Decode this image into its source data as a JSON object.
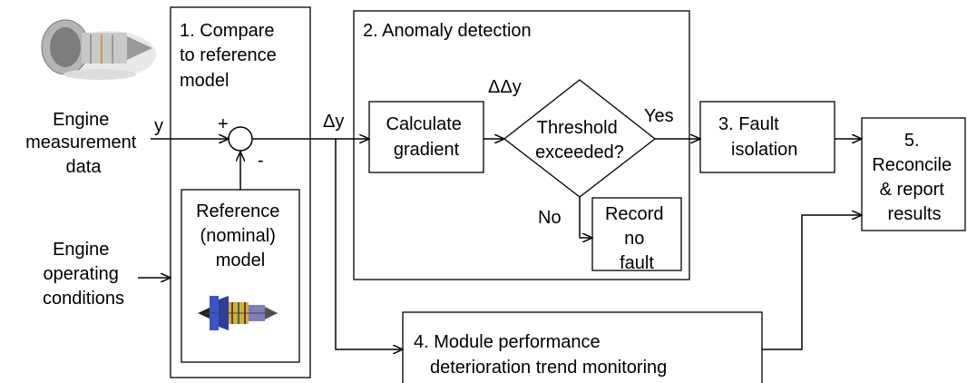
{
  "inputs": {
    "measurement": [
      "Engine",
      "measurement",
      "data"
    ],
    "operating": [
      "Engine",
      "operating",
      "conditions"
    ]
  },
  "signals": {
    "y": "y",
    "delta_y": "Δy",
    "delta_delta_y": "ΔΔy",
    "plus": "+",
    "minus": "-"
  },
  "stages": {
    "compare": [
      "1. Compare",
      "to reference",
      "model"
    ],
    "reference_model": [
      "Reference",
      "(nominal)",
      "model"
    ],
    "anomaly": "2. Anomaly detection",
    "gradient": [
      "Calculate",
      "gradient"
    ],
    "decision": [
      "Threshold",
      "exceeded?"
    ],
    "yes": "Yes",
    "no": "No",
    "record": [
      "Record",
      "no",
      "fault"
    ],
    "fault_isolation": [
      "3. Fault",
      "isolation"
    ],
    "trend": [
      "4. Module performance",
      "deterioration trend monitoring"
    ],
    "reconcile": [
      "5.",
      "Reconcile",
      "& report",
      "results"
    ]
  },
  "icons": {
    "engine_photo": "jet-engine-icon",
    "engine_cutaway": "engine-cutaway-icon"
  }
}
